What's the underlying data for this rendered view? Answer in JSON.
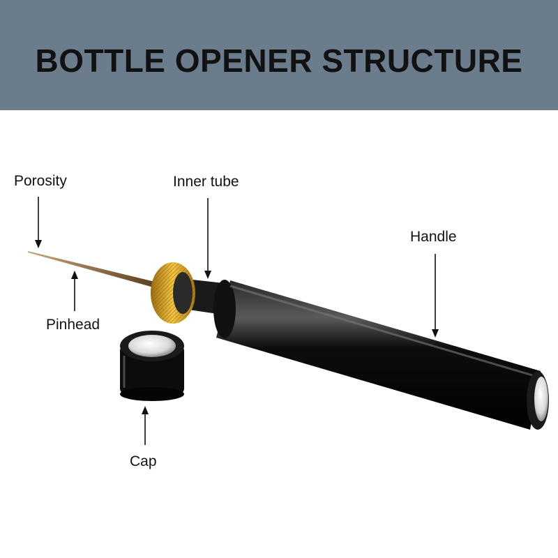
{
  "header": {
    "title": "BOTTLE OPENER STRUCTURE"
  },
  "colors": {
    "header_bg": "#6b7d8c",
    "handle": "#0a0a0a",
    "knurled_ring": "#d4a21c",
    "needle": "#8a6a3a"
  },
  "labels": {
    "porosity": "Porosity",
    "inner_tube": "Inner tube",
    "handle": "Handle",
    "pinhead": "Pinhead",
    "cap": "Cap"
  }
}
